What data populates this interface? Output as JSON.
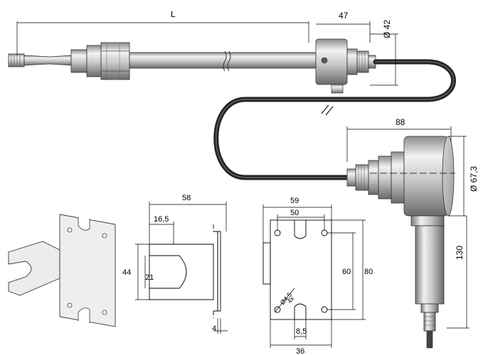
{
  "colors": {
    "metal_light": "#e6e6e6",
    "metal_mid": "#b8b8b8",
    "metal_dark": "#6e6e6e",
    "cable": "#2a2a2a",
    "line": "#000000"
  },
  "dimensions": {
    "probe_length": "L",
    "head_width": "47",
    "head_diameter": "Ø 42",
    "transmitter_width": "88",
    "transmitter_diameter": "Ø 67,3",
    "transmitter_height": "130",
    "bracket_width": "58",
    "bracket_slot_offset": "16,5",
    "bracket_height": "44",
    "bracket_slot_width": "21",
    "bracket_thickness": "4",
    "plate_width": "59",
    "plate_hole_spacing_x": "50",
    "plate_hole_spacing_y": "60",
    "plate_height": "80",
    "plate_hole_diameter": "Ø4,5",
    "plate_hole_count": "4x",
    "plate_slot_width": "8,5",
    "plate_bottom_width": "36"
  }
}
